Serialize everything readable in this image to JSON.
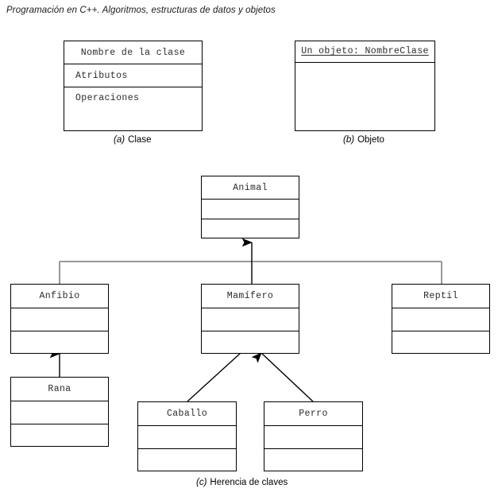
{
  "running_head": "Programación en C++. Algoritmos, estructuras de datos y objetos",
  "colors": {
    "box_border": "#000000",
    "text": "#2a2a2a",
    "arrow": "#000000",
    "connector_bar": "#999999",
    "background": "#ffffff"
  },
  "figures": {
    "a": {
      "caption_tag": "(a)",
      "caption_text": "Clase",
      "box": {
        "name": "class-template-box",
        "compartments": [
          {
            "text": "Nombre de la clase",
            "align": "center"
          },
          {
            "text": "Atributos",
            "align": "left"
          },
          {
            "text": "Operaciones",
            "align": "left"
          }
        ]
      }
    },
    "b": {
      "caption_tag": "(b)",
      "caption_text": "Objeto",
      "box": {
        "name": "object-template-box",
        "compartments": [
          {
            "text": "Un objeto: NombreClase",
            "align": "center",
            "underlined": true
          },
          {
            "text": "",
            "align": "center"
          }
        ]
      }
    },
    "c": {
      "caption_tag": "(c)",
      "caption_text": "Herencia de claves",
      "classes": [
        {
          "name": "Animal",
          "compartments": [
            "Animal",
            "",
            ""
          ]
        },
        {
          "name": "Anfibio",
          "compartments": [
            "Anfibio",
            "",
            ""
          ]
        },
        {
          "name": "Mamífero",
          "compartments": [
            "Mamífero",
            "",
            ""
          ]
        },
        {
          "name": "Reptil",
          "compartments": [
            "Reptil",
            "",
            ""
          ]
        },
        {
          "name": "Rana",
          "compartments": [
            "Rana",
            "",
            ""
          ]
        },
        {
          "name": "Caballo",
          "compartments": [
            "Caballo",
            "",
            ""
          ]
        },
        {
          "name": "Perro",
          "compartments": [
            "Perro",
            "",
            ""
          ]
        }
      ],
      "inheritance": [
        {
          "from": "Anfibio",
          "to": "Animal"
        },
        {
          "from": "Mamífero",
          "to": "Animal"
        },
        {
          "from": "Reptil",
          "to": "Animal"
        },
        {
          "from": "Rana",
          "to": "Anfibio"
        },
        {
          "from": "Caballo",
          "to": "Mamífero"
        },
        {
          "from": "Perro",
          "to": "Mamífero"
        }
      ]
    }
  }
}
